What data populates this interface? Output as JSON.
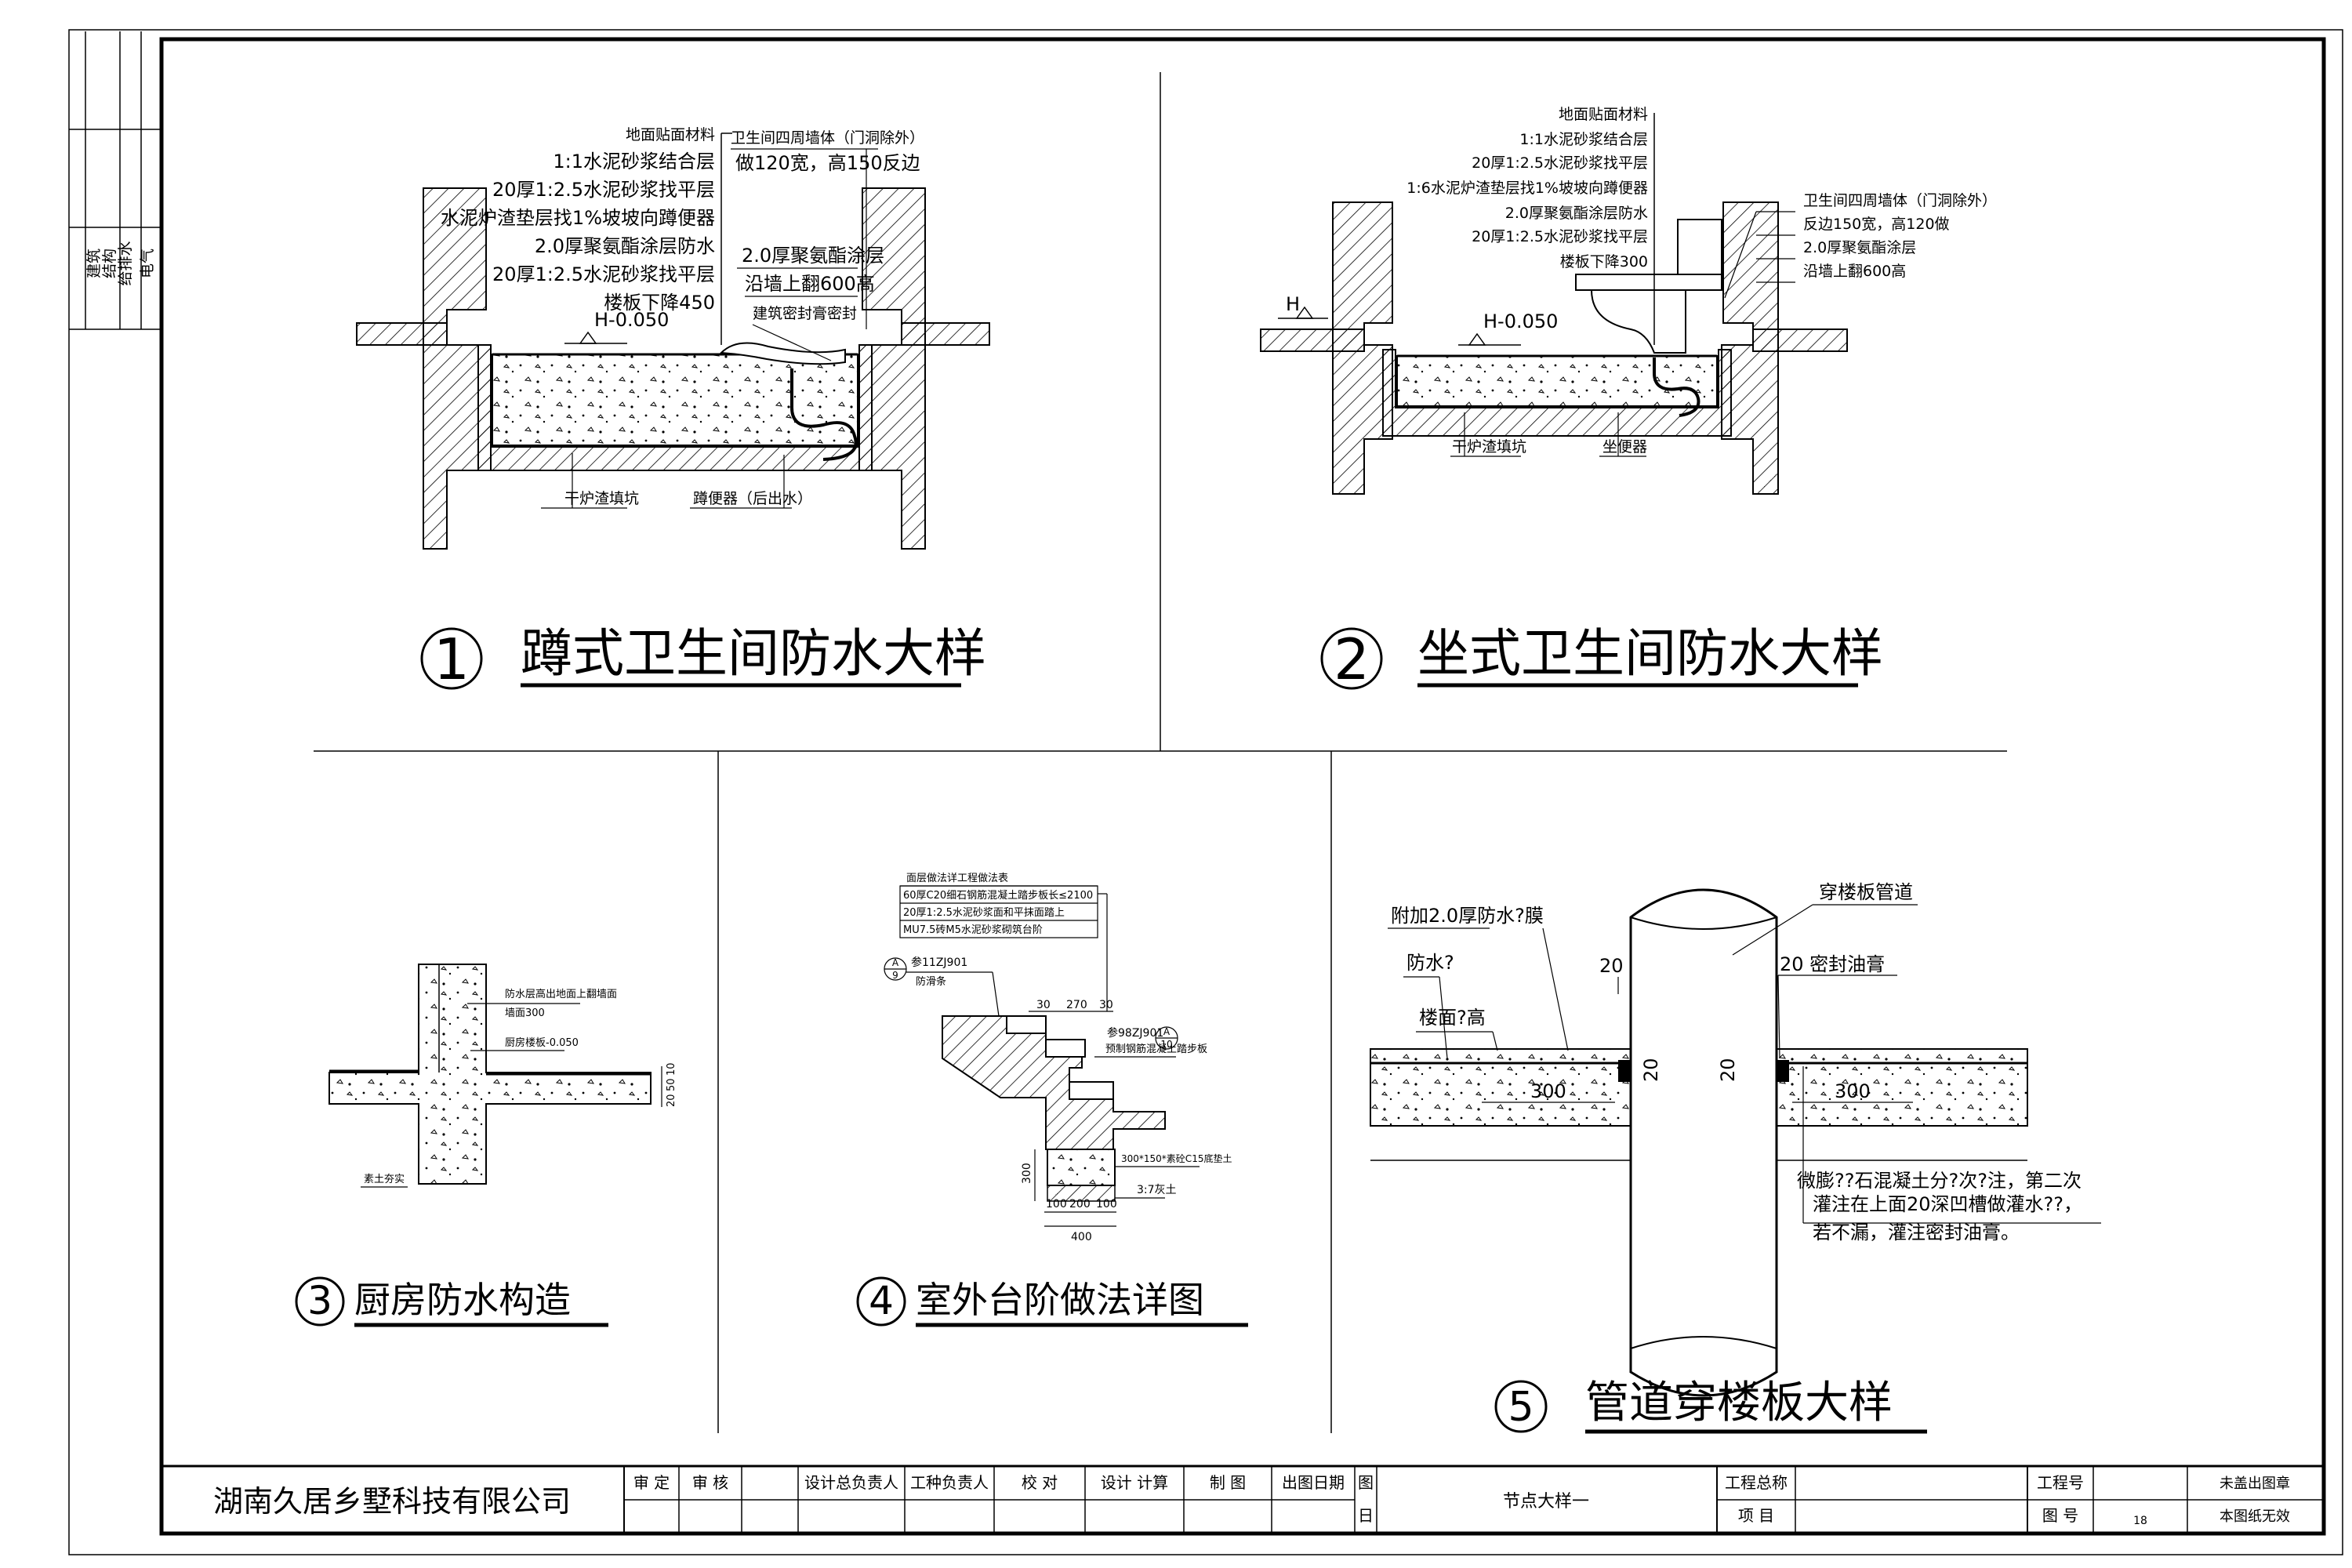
{
  "binding_strip": {
    "labels": [
      "建筑",
      "结构",
      "给排水",
      "电气"
    ]
  },
  "panel1": {
    "number": "1",
    "title": "蹲式卫生间防水大样",
    "layers": [
      "地面贴面材料",
      "1:1水泥砂浆结合层",
      "20厚1:2.5水泥砂浆找平层",
      "水泥炉渣垫层找1%坡坡向蹲便器",
      "2.0厚聚氨酯涂层防水",
      "20厚1:2.5水泥砂浆找平层",
      "楼板下降450"
    ],
    "right_notes": [
      "卫生间四周墙体（门洞除外）",
      "做120宽，高150反边",
      "2.0厚聚氨酯涂层",
      "沿墙上翻600高",
      "建筑密封膏密封"
    ],
    "elevation": "H-0.050",
    "bottom_labels": [
      "干炉渣填坑",
      "蹲便器（后出水）"
    ]
  },
  "panel2": {
    "number": "2",
    "title": "坐式卫生间防水大样",
    "layers": [
      "地面贴面材料",
      "1:1水泥砂浆结合层",
      "20厚1:2.5水泥砂浆找平层",
      "1:6水泥炉渣垫层找1%坡坡向蹲便器",
      "2.0厚聚氨酯涂层防水",
      "20厚1:2.5水泥砂浆找平层",
      "楼板下降300"
    ],
    "right_notes": [
      "卫生间四周墙体（门洞除外）",
      "反边150宽，高120做",
      "2.0厚聚氨酯涂层",
      "沿墙上翻600高"
    ],
    "elevation": "H-0.050",
    "h_mark": "H",
    "bottom_labels": [
      "干炉渣填坑",
      "坐便器"
    ]
  },
  "panel3": {
    "number": "3",
    "title": "厨房防水构造",
    "notes": [
      "防水层高出地面上翻墙面",
      "墙面300",
      "厨房楼板-0.050",
      "素土夯实"
    ],
    "dims": [
      "10",
      "50",
      "20"
    ]
  },
  "panel4": {
    "number": "4",
    "title": "室外台阶做法详图",
    "table_title": "面层做法详工程做法表",
    "table_rows": [
      "60厚C20细石钢筋混凝土踏步板长≤2100",
      "20厚1:2.5水泥砂浆面和平抹面踏上",
      "MU7.5砖M5水泥砂浆砌筑台阶"
    ],
    "ref_a": "A",
    "ref_sheet": "9",
    "ref_std": "参11ZJ901",
    "ref_note": "防滑条",
    "ref_right": "参98ZJ901",
    "ref_right_a": "A",
    "ref_right_sheet": "10",
    "note_right": "预制钢筋混凝土踏步板",
    "dims_top": [
      "30",
      "270",
      "30"
    ],
    "dims_bottom": [
      "100",
      "200",
      "100"
    ],
    "dim_total": "400",
    "dim_side": "300",
    "base_note": "300*150*素砼C15底垫土",
    "soil_note": "3:7灰土"
  },
  "panel5": {
    "number": "5",
    "title": "管道穿楼板大样",
    "labels": {
      "extra_membrane": "附加2.0厚防水?膜",
      "waterproof": "防水?",
      "floor_high": "楼面?高",
      "pipe": "穿楼板管道",
      "sealant": "20 密封油膏",
      "dim_left_20": "20",
      "dim_300_l": "300",
      "dim_300_r": "300",
      "dim_mid_l": "20",
      "dim_mid_r": "20"
    },
    "notes": [
      "微膨??石混凝土分?次?注，第二次",
      "灌注在上面20深凹槽做灌水??，",
      "若不漏，灌注密封油膏。"
    ]
  },
  "title_block": {
    "company": "湖南久居乡墅科技有限公司",
    "roles": [
      "审 定",
      "审 核",
      "设计总负责人",
      "工种负责人",
      "校 对",
      "设计 计算",
      "制 图",
      "出图日期"
    ],
    "tu": "图",
    "ri": "日",
    "drawing_name": "节点大样一",
    "project_total": "工程总称",
    "project": "项 目",
    "project_no": "工程号",
    "drawing_no_label": "图 号",
    "drawing_no": "18",
    "stamp_line1": "未盖出图章",
    "stamp_line2": "本图纸无效"
  }
}
